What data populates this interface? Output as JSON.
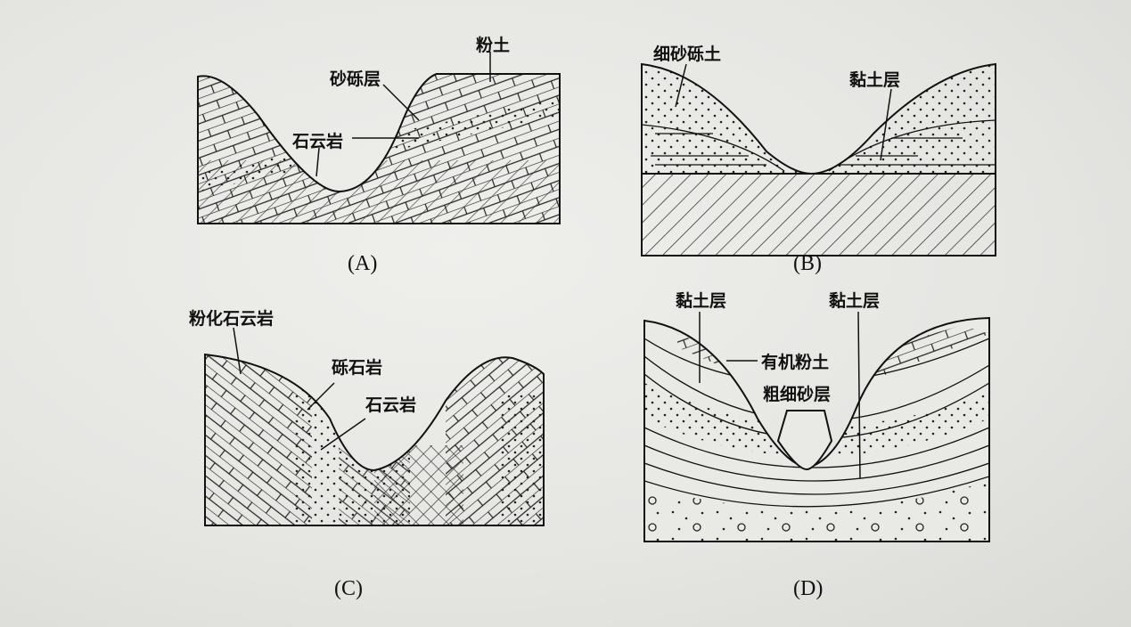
{
  "panels": {
    "A": {
      "caption": "(A)",
      "labels": {
        "silt": "粉土",
        "gravel": "砂砾层",
        "dolomite": "石云岩"
      }
    },
    "B": {
      "caption": "(B)",
      "labels": {
        "fine_gravel_soil": "细砂砾土",
        "clay": "黏土层"
      }
    },
    "C": {
      "caption": "(C)",
      "labels": {
        "powdered_dolomite": "粉化石云岩",
        "conglomerate": "砾石岩",
        "dolomite": "石云岩"
      }
    },
    "D": {
      "caption": "(D)",
      "labels": {
        "clay_left": "黏土层",
        "clay_right": "黏土层",
        "organic_silt": "有机粉土",
        "sand": "粗细砂层"
      }
    }
  }
}
